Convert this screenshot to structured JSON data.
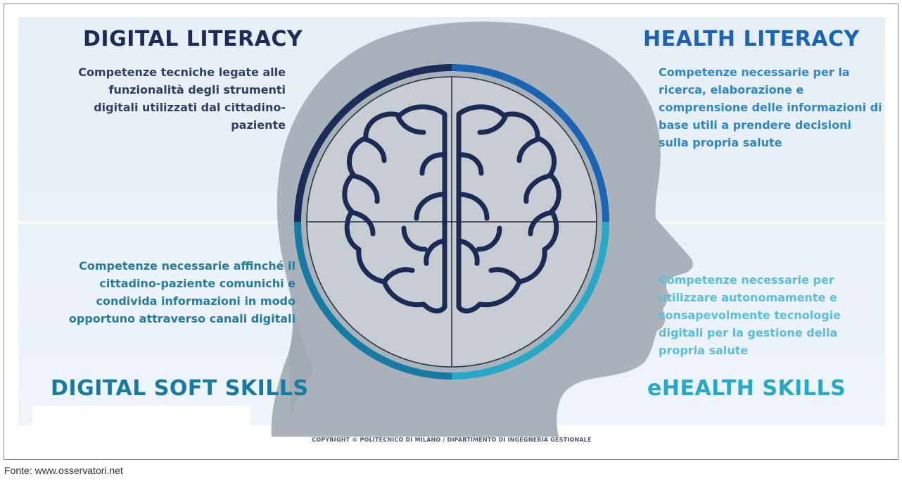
{
  "digital_literacy": {
    "title": "DIGITAL LITERACY",
    "description": "Competenze tecniche legate alle funzionalità degli strumenti digitali utilizzati dal cittadino-paziente"
  },
  "health_literacy": {
    "title": "HEALTH LITERACY",
    "description": "Competenze necessarie per la ricerca, elaborazione e comprensione delle informazioni di base utili a prendere decisioni sulla propria salute"
  },
  "digital_soft_skills": {
    "title": "DIGITAL SOFT SKILLS",
    "description": "Competenze necessarie affinché il cittadino-paziente comunichi e condivida informazioni in modo opportuno attraverso canali digitali"
  },
  "ehealth_skills": {
    "title": "eHEALTH SKILLS",
    "description": "Competenze necessarie per utilizzare autonomamente e consapevolmente tecnologie digitali per la gestione della propria salute"
  },
  "copyright": "COPYRIGHT © POLITECNICO DI MILANO / DIPARTIMENTO DI INGEGNERIA GESTIONALE",
  "source": "Fonte: www.osservatori.net",
  "colors": {
    "navy": "#1a2c57",
    "blue": "#1a64b3",
    "teal": "#177aa3",
    "cyan": "#28a8c9",
    "head_silhouette": "#a9b2ba",
    "panel_bg": "#e9f1f7"
  },
  "icons": [
    "head-silhouette-icon",
    "brain-icon"
  ]
}
